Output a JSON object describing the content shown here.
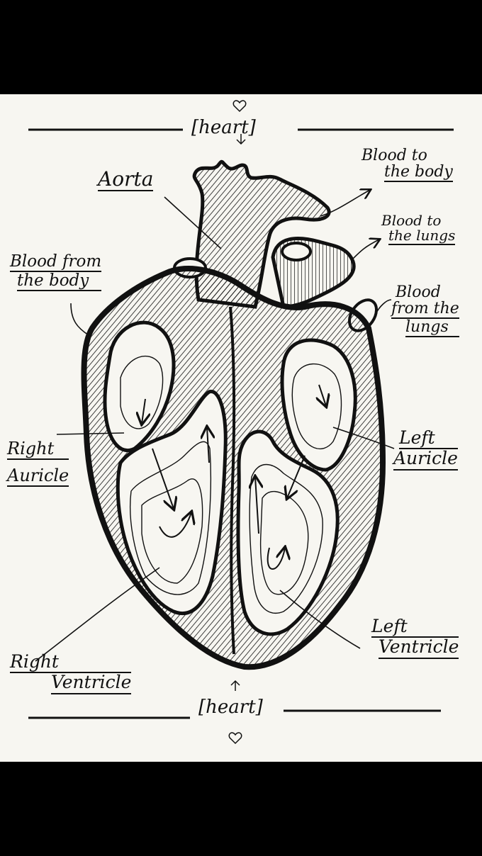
{
  "diagram": {
    "title_top": "[heart]",
    "title_bottom": "[heart]",
    "labels": {
      "aorta": [
        "Aorta"
      ],
      "blood_to_body": [
        "Blood to",
        "the body"
      ],
      "blood_to_lungs": [
        "Blood to",
        "the lungs"
      ],
      "blood_from_body": [
        "Blood from",
        "the body"
      ],
      "blood_from_lungs": [
        "Blood",
        "from the",
        "lungs"
      ],
      "right_auricle": [
        "Right",
        "Auricle"
      ],
      "left_auricle": [
        "Left",
        "Auricle"
      ],
      "right_ventricle": [
        "Right",
        "Ventricle"
      ],
      "left_ventricle": [
        "Left",
        "Ventricle"
      ]
    }
  }
}
